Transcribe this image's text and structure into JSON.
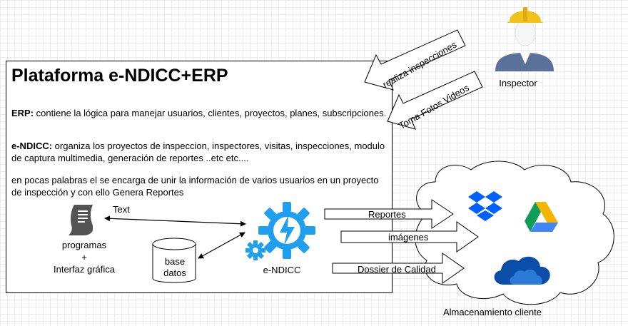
{
  "title": "Plataforma e-NDICC+ERP",
  "paragraphs": {
    "erp_bold": "ERP:",
    "erp_text": " contiene la lógica para manejar usuarios, clientes, proyectos, planes, subscripciones.",
    "endicc_bold": "e-NDICC:",
    "endicc_text": " organiza los proyectos de inspeccion, inspectores, visitas, inspecciones, modulo de captura multimedia, generación de reportes ..etc etc....",
    "summary": "en pocas palabras el se encarga de unir la información de varios usuarios en un proyecto de inspección y con ello Genera Reportes"
  },
  "nodes": {
    "programs": "programas\n+\nInterfaz gráfica",
    "database": "base\ndatos",
    "endicc": "e-NDICC",
    "inspector": "Inspector",
    "storage": "Almacenamiento cliente"
  },
  "edge_labels": {
    "text": "Text",
    "reportes": "Reportes",
    "imagenes": "imágenes",
    "dossier": "Dossier de Calidad",
    "realiza": "realiza inspecciones",
    "toma": "Toma Fotos Videos"
  },
  "icons": [
    "script-icon",
    "database-icon",
    "gears-lightning-icon",
    "inspector-worker-icon",
    "dropbox-icon",
    "google-drive-icon",
    "onedrive-icon",
    "cloud-icon"
  ],
  "colors": {
    "accent_blue": "#1e9ff0",
    "dropbox_blue": "#0061fe",
    "drive_green": "#0f9d58",
    "drive_yellow": "#f4b400",
    "drive_blue": "#4285f4",
    "onedrive_blue": "#0a4ea8",
    "helmet_yellow": "#f2c21b",
    "shirt_blue": "#5a7299"
  }
}
